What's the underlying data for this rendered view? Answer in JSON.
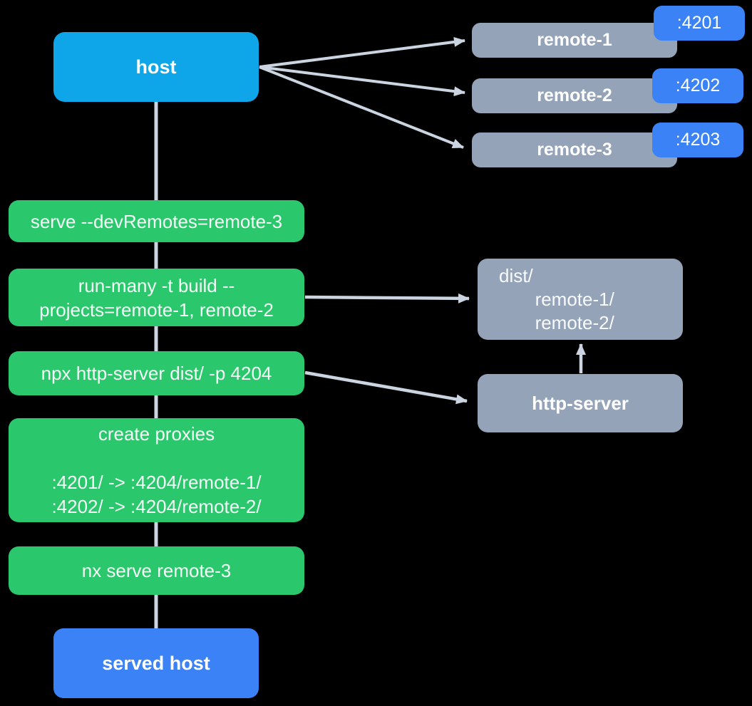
{
  "diagram": {
    "title_hint": "module federation host/remotes dev-serve flow",
    "colors": {
      "background": "#000000",
      "host_node": "#0ea5e9",
      "port_badge": "#3b82f6",
      "served_host_node": "#3b82f6",
      "command_node": "#2bc76c",
      "remote_node": "#94a3b8",
      "connector": "#cbd5e1"
    },
    "host": {
      "label": "host"
    },
    "remotes": [
      {
        "label": "remote-1",
        "port": ":4201"
      },
      {
        "label": "remote-2",
        "port": ":4202"
      },
      {
        "label": "remote-3",
        "port": ":4203"
      }
    ],
    "commands": {
      "serve": "serve --devRemotes=remote-3",
      "run_many": "run-many -t build --\nprojects=remote-1, remote-2",
      "http_server": "npx http-server dist/ -p 4204",
      "create_proxies": "create proxies\n\n:4201/ -> :4204/remote-1/\n:4202/ -> :4204/remote-2/",
      "nx_serve": "nx serve remote-3"
    },
    "dist_folder": "dist/\n       remote-1/\n       remote-2/",
    "http_server_node": {
      "label": "http-server"
    },
    "served_host": {
      "label": "served host"
    },
    "edges": [
      {
        "from": "host",
        "to": "remote-1"
      },
      {
        "from": "host",
        "to": "remote-2"
      },
      {
        "from": "host",
        "to": "remote-3"
      },
      {
        "from": "host",
        "to": "served-host",
        "via": "command-chain"
      },
      {
        "from": "command-run-many",
        "to": "dist-folder"
      },
      {
        "from": "command-http-server",
        "to": "http-server"
      },
      {
        "from": "http-server",
        "to": "dist-folder"
      }
    ]
  }
}
